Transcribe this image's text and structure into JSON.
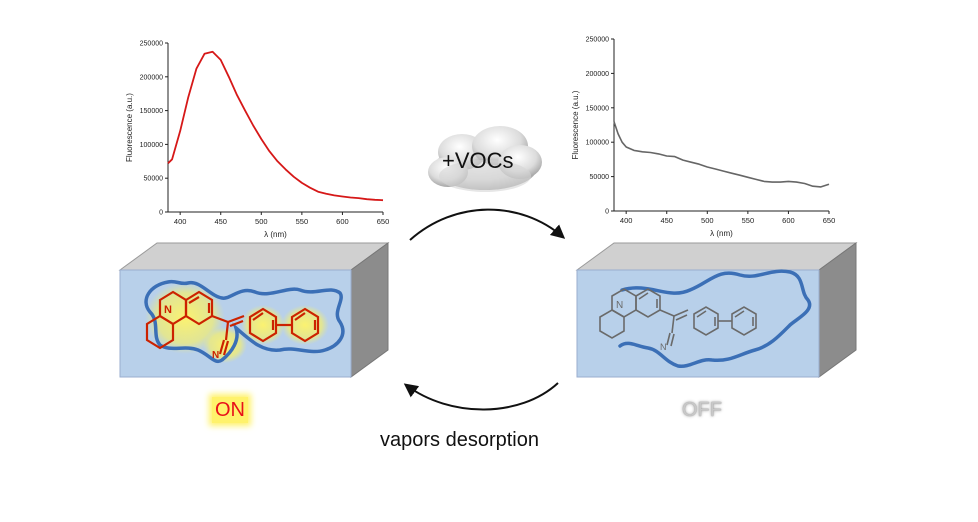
{
  "colors": {
    "on_curve": "#d61818",
    "off_curve": "#666666",
    "on_label": "#e8111a",
    "on_highlight": "#fff26b",
    "off_label": "#c8c8c8",
    "box_front": "#b8d0ea",
    "box_top": "#cfcfcf",
    "box_side": "#8a8a8a",
    "polymer": "#3b6fb6",
    "molecule_on": "#cc2200",
    "molecule_off": "#6a6a6a"
  },
  "labels": {
    "stimulus": "+VOCs",
    "reverse": "vapors desorption",
    "state_on": "ON",
    "state_off": "OFF"
  },
  "molecule_text": {
    "n_atom": "N",
    "cn_group": "N"
  },
  "chart_data": [
    {
      "type": "line",
      "state": "ON",
      "xlabel": "λ (nm)",
      "ylabel": "Fluorescence (a.u.)",
      "xlim": [
        385,
        650
      ],
      "ylim": [
        0,
        250000
      ],
      "xticks": [
        400,
        450,
        500,
        550,
        600,
        650
      ],
      "yticks": [
        0,
        50000,
        100000,
        150000,
        200000,
        250000
      ],
      "ytick_labels": [
        "0",
        "50000",
        "100000",
        "150000",
        "200000",
        "250000"
      ],
      "x": [
        385,
        390,
        400,
        410,
        420,
        430,
        440,
        450,
        460,
        470,
        480,
        490,
        500,
        510,
        520,
        530,
        540,
        550,
        560,
        570,
        580,
        590,
        600,
        610,
        620,
        630,
        640,
        650
      ],
      "y": [
        72000,
        78000,
        120000,
        170000,
        212000,
        234000,
        237000,
        225000,
        200000,
        173000,
        150000,
        128000,
        108000,
        90000,
        75000,
        63000,
        52000,
        43000,
        36000,
        30000,
        27000,
        24500,
        23000,
        21500,
        20500,
        19000,
        18000,
        17500
      ]
    },
    {
      "type": "line",
      "state": "OFF",
      "xlabel": "λ (nm)",
      "ylabel": "Fluorescence (a.u.)",
      "xlim": [
        385,
        650
      ],
      "ylim": [
        0,
        250000
      ],
      "xticks": [
        400,
        450,
        500,
        550,
        600,
        650
      ],
      "yticks": [
        0,
        50000,
        100000,
        150000,
        200000,
        250000
      ],
      "ytick_labels": [
        "0",
        "50000",
        "100000",
        "150000",
        "200000",
        "250000"
      ],
      "x": [
        385,
        390,
        395,
        400,
        410,
        420,
        430,
        440,
        450,
        460,
        470,
        480,
        490,
        500,
        510,
        520,
        530,
        540,
        550,
        560,
        570,
        580,
        590,
        600,
        610,
        620,
        630,
        640,
        650
      ],
      "y": [
        130000,
        112000,
        100000,
        93000,
        88000,
        86000,
        85000,
        83000,
        80000,
        79000,
        74000,
        71000,
        68000,
        64000,
        61000,
        58000,
        55000,
        52000,
        49000,
        46000,
        43000,
        42000,
        42000,
        43000,
        42000,
        40000,
        36000,
        35000,
        39000
      ]
    }
  ]
}
